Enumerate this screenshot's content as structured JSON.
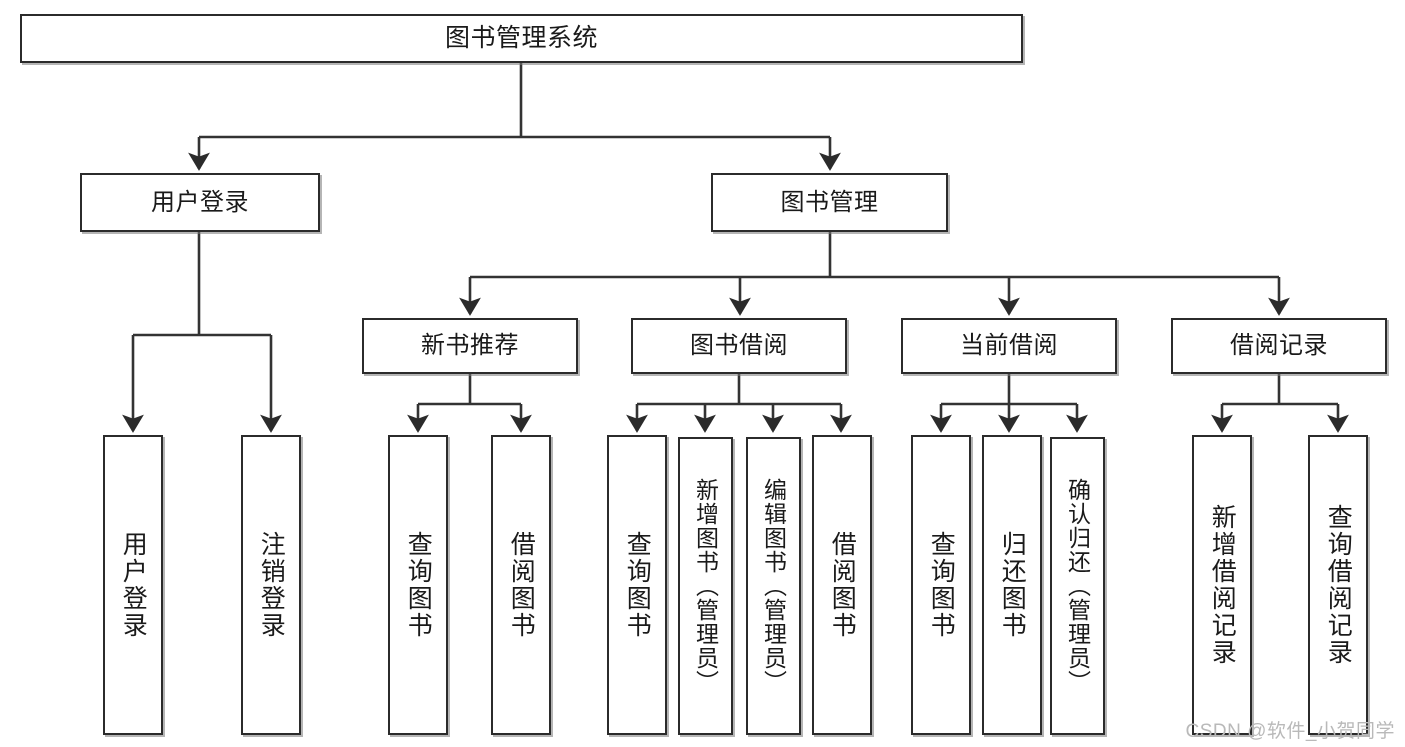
{
  "diagram": {
    "title": "图书管理系统",
    "watermark": "CSDN @软件_小贺同学",
    "type": "tree",
    "root": {
      "id": "root",
      "label": "图书管理系统"
    },
    "level2": [
      {
        "id": "user-login",
        "label": "用户登录"
      },
      {
        "id": "book-manage",
        "label": "图书管理"
      }
    ],
    "level3": [
      {
        "id": "new-book-recommend",
        "label": "新书推荐"
      },
      {
        "id": "book-borrow",
        "label": "图书借阅"
      },
      {
        "id": "current-borrow",
        "label": "当前借阅"
      },
      {
        "id": "borrow-record",
        "label": "借阅记录"
      }
    ],
    "leaves": [
      {
        "id": "leaf-user-login",
        "label": "用户登录",
        "parent": "user-login"
      },
      {
        "id": "leaf-user-logout",
        "label": "注销登录",
        "parent": "user-login"
      },
      {
        "id": "leaf-query-book-1",
        "label": "查询图书",
        "parent": "new-book-recommend"
      },
      {
        "id": "leaf-borrow-book-1",
        "label": "借阅图书",
        "parent": "new-book-recommend"
      },
      {
        "id": "leaf-query-book-2",
        "label": "查询图书",
        "parent": "book-borrow"
      },
      {
        "id": "leaf-add-book",
        "label": "新增图书（管理员）",
        "parent": "book-borrow"
      },
      {
        "id": "leaf-edit-book",
        "label": "编辑图书（管理员）",
        "parent": "book-borrow"
      },
      {
        "id": "leaf-borrow-book-2",
        "label": "借阅图书",
        "parent": "book-borrow"
      },
      {
        "id": "leaf-query-book-3",
        "label": "查询图书",
        "parent": "current-borrow"
      },
      {
        "id": "leaf-return-book",
        "label": "归还图书",
        "parent": "current-borrow"
      },
      {
        "id": "leaf-confirm-return",
        "label": "确认归还（管理员）",
        "parent": "current-borrow"
      },
      {
        "id": "leaf-add-record",
        "label": "新增借阅记录",
        "parent": "borrow-record"
      },
      {
        "id": "leaf-query-record",
        "label": "查询借阅记录",
        "parent": "borrow-record"
      }
    ],
    "colors": {
      "background": "#ffffff",
      "box_fill": "#ffffff",
      "box_border": "#2b2b2b",
      "connector": "#333333",
      "text": "#1a1a1a",
      "watermark": "#b9b9b9"
    }
  }
}
